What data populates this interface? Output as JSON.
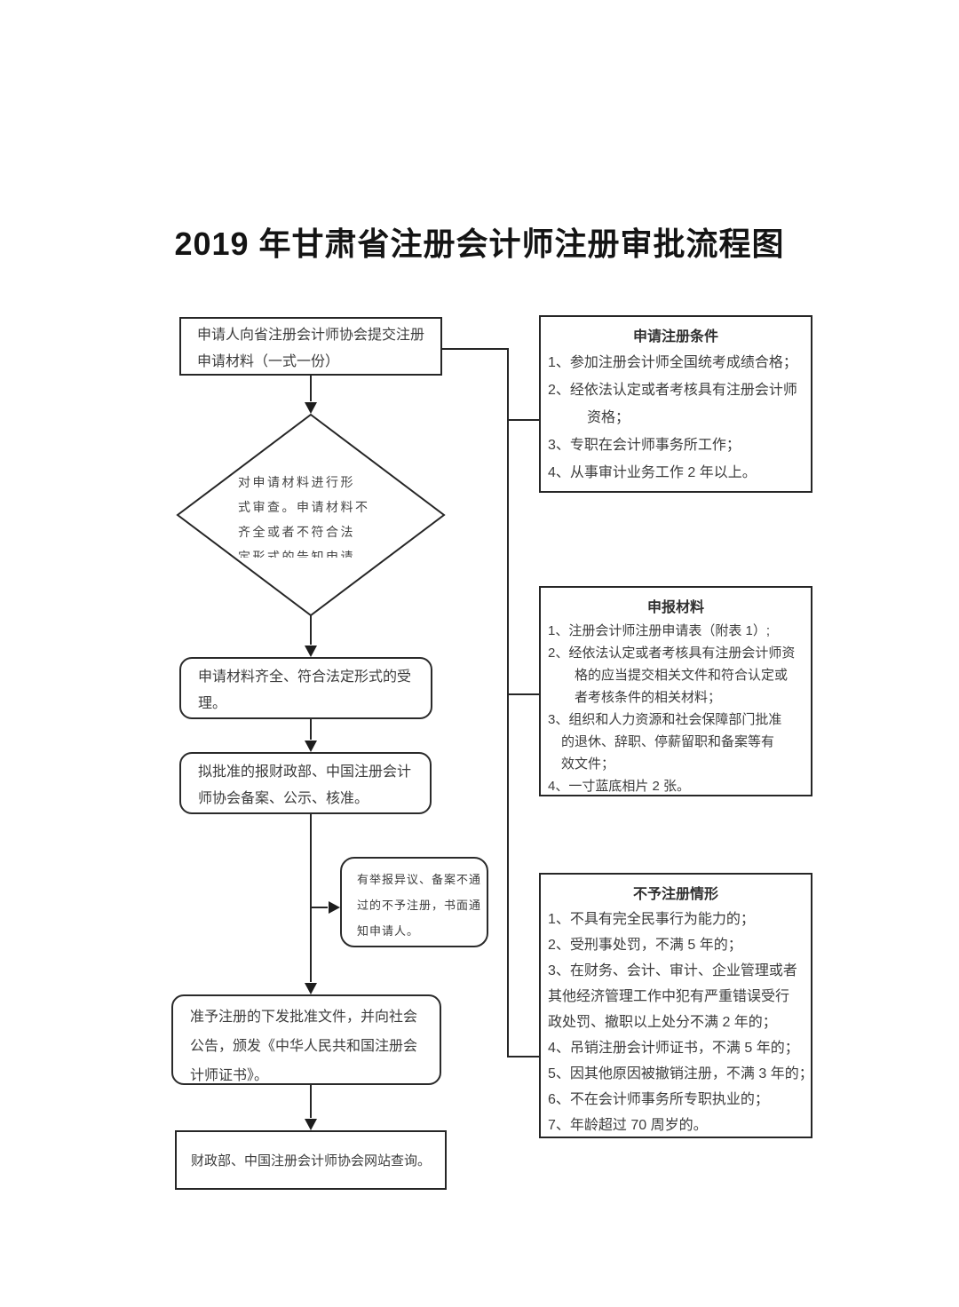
{
  "title": "2019 年甘肃省注册会计师注册审批流程图",
  "colors": {
    "ink": "#262626",
    "text": "#3c3c3c",
    "background": "#ffffff"
  },
  "flow": {
    "submit": "申请人向省注册会计师协会提交注册\n申请材料（一式一份）",
    "formal_review": "对申请材料进行形\n式审查。申请材料不\n齐全或者不符合法\n定形式的告知申请",
    "accept": "申请材料齐全、符合法定形式的受\n理。",
    "record": "拟批准的报财政部、中国注册会计\n师协会备案、公示、核准。",
    "reject_notice": "有举报异议、备案不通\n过的不予注册，书面通\n知申请人。",
    "approve": "准予注册的下发批准文件，并向社会\n公告，颁发《中华人民共和国注册会\n计师证书》。",
    "query": "财政部、中国注册会计师协会网站查询。"
  },
  "panels": {
    "conditions": {
      "title": "申请注册条件",
      "items": [
        "1、参加注册会计师全国统考成绩合格；",
        "2、经依法认定或者考核具有注册会计师\n资格；",
        "3、专职在会计师事务所工作；",
        "4、从事审计业务工作 2 年以上。"
      ]
    },
    "materials": {
      "title": "申报材料",
      "items": [
        "1、注册会计师注册申请表（附表 1）;",
        "2、经依法认定或者考核具有注册会计师资\n格的应当提交相关文件和符合认定或\n者考核条件的相关材料；",
        "3、组织和人力资源和社会保障部门批准\n的退休、辞职、停薪留职和备案等有\n效文件；",
        "4、一寸蓝底相片 2 张。"
      ]
    },
    "denials": {
      "title": "不予注册情形",
      "items": [
        "1、不具有完全民事行为能力的；",
        "2、受刑事处罚，不满 5 年的；",
        "3、在财务、会计、审计、企业管理或者\n其他经济管理工作中犯有严重错误受行\n政处罚、撤职以上处分不满 2 年的；",
        "4、吊销注册会计师证书，不满 5 年的；",
        "5、因其他原因被撤销注册，不满 3 年的；",
        "6、不在会计师事务所专职执业的；",
        "7、年龄超过 70 周岁的。"
      ]
    }
  }
}
